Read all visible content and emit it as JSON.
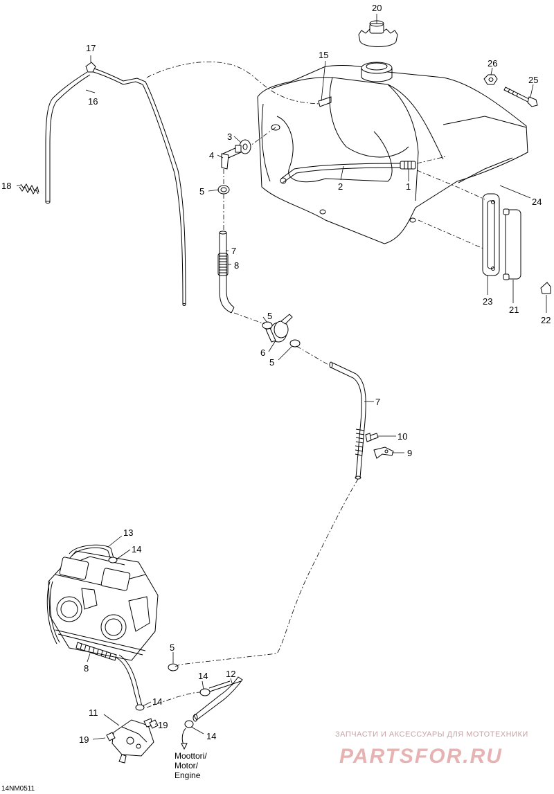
{
  "callouts": {
    "c1": "1",
    "c2": "2",
    "c3": "3",
    "c4": "4",
    "c5a": "5",
    "c5b": "5",
    "c5c": "5",
    "c5d": "5",
    "c6": "6",
    "c7a": "7",
    "c7b": "7",
    "c8a": "8",
    "c8b": "8",
    "c9": "9",
    "c10": "10",
    "c11": "11",
    "c12": "12",
    "c13": "13",
    "c14a": "14",
    "c14b": "14",
    "c14c": "14",
    "c14d": "14",
    "c15": "15",
    "c16": "16",
    "c17": "17",
    "c18": "18",
    "c19a": "19",
    "c19b": "19",
    "c20": "20",
    "c21": "21",
    "c22": "22",
    "c23": "23",
    "c24": "24",
    "c25": "25",
    "c26": "26"
  },
  "engine_label": [
    "Moottori/",
    "Motor/",
    "Engine"
  ],
  "diagram_code": "14NM0511",
  "watermark": {
    "top": "ЗАПЧАСТИ И АКСЕССУАРЫ ДЛЯ МОТОТЕХНИКИ",
    "logo": "PARTSFOR.RU"
  }
}
